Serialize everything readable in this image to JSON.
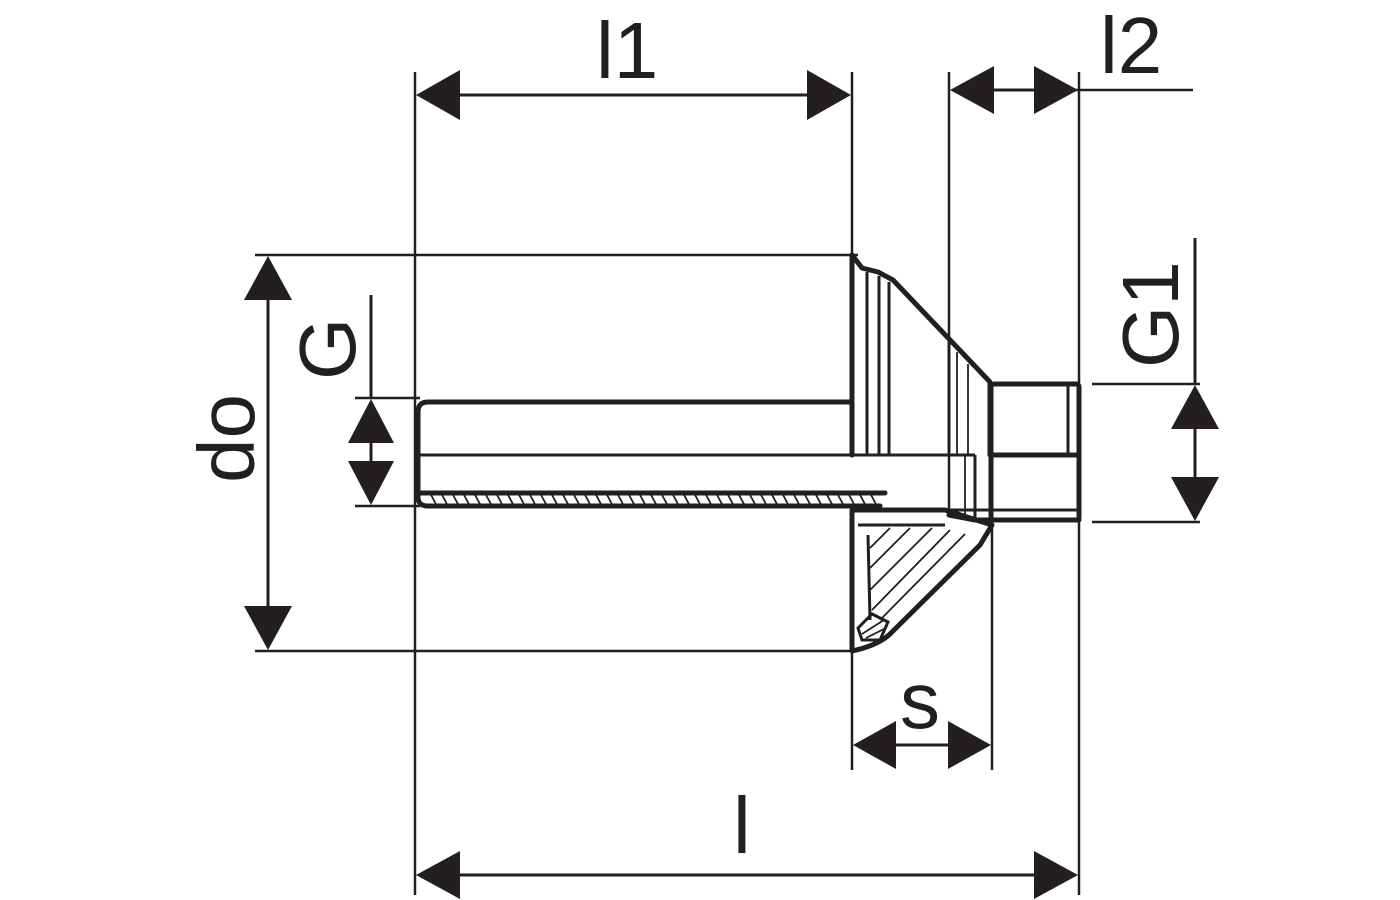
{
  "diagram": {
    "labels": {
      "l1": "l1",
      "l2": "l2",
      "do": "do",
      "G": "G",
      "G1": "G1",
      "s": "s",
      "l": "l"
    },
    "colors": {
      "ink": "#231f20",
      "background": "#ffffff"
    }
  }
}
